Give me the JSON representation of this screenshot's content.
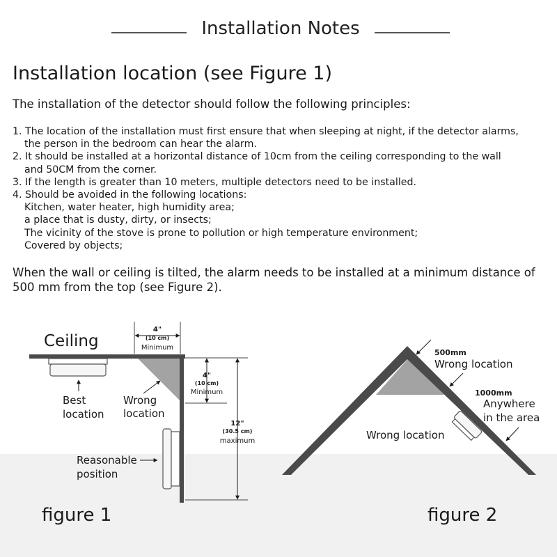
{
  "header": {
    "title": "Installation Notes"
  },
  "section": {
    "title": "Installation location (see Figure 1)",
    "intro": "The installation of the detector should follow the following principles:"
  },
  "list": {
    "item1_a": "1. The location of the installation must first ensure that when sleeping at night, if the detector alarms,",
    "item1_b": "the person in the bedroom can hear the alarm.",
    "item2_a": "2. It should be installed at a horizontal distance of 10cm from the ceiling corresponding to the wall",
    "item2_b": "and 50CM from the corner.",
    "item3": "3. If the length is greater than 10 meters, multiple detectors need to be installed.",
    "item4": "4. Should be avoided in the following locations:",
    "avoid": [
      "Kitchen, water heater, high humidity area;",
      "a place that is dusty, dirty, or insects;",
      "The vicinity of the stove is prone to pollution or high temperature environment;",
      "Covered by objects;"
    ]
  },
  "tilted": {
    "line1": "When the wall or ceiling is tilted, the alarm needs to be installed at a minimum distance of",
    "line2": "500 mm from the top (see Figure 2)."
  },
  "figure1": {
    "ceiling": "Ceiling",
    "top_dim": "4\"",
    "top_dim_cm": "(10 cm)",
    "top_dim_note": "Minimum",
    "side_dim": "4\"",
    "side_dim_cm": "(10 cm)",
    "side_dim_note": "Minimum",
    "long_dim": "12\"",
    "long_dim_cm": "(30.5 cm)",
    "long_dim_note": "maximum",
    "best_1": "Best",
    "best_2": "location",
    "wrong_1": "Wrong",
    "wrong_2": "location",
    "reasonable_1": "Reasonable",
    "reasonable_2": "position",
    "caption": "figure 1"
  },
  "figure2": {
    "top_mm": "500mm",
    "wrong_top": "Wrong location",
    "side_mm": "1000mm",
    "anywhere_1": "Anywhere",
    "anywhere_2": "in the area",
    "wrong_mid": "Wrong location",
    "caption": "figure 2"
  },
  "colors": {
    "structure": "#4a4a4a",
    "zone": "#a3a3a3",
    "band": "#f1f1f1"
  }
}
